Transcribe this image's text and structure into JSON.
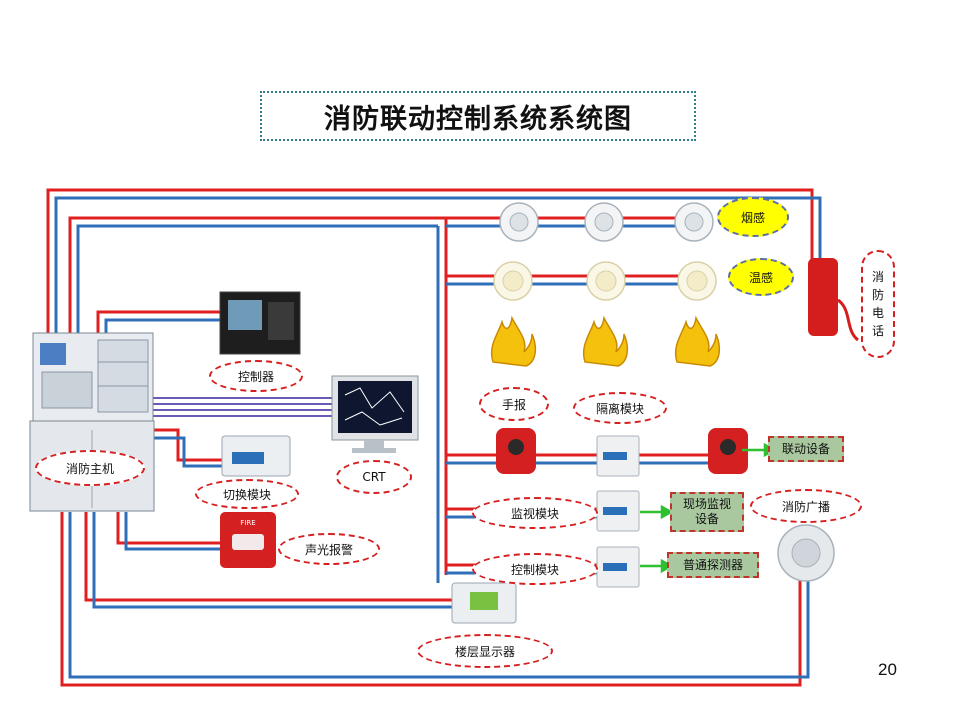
{
  "title": "消防联动控制系统系统图",
  "page_number": "20",
  "labels": {
    "smoke": "烟感",
    "heat": "温感",
    "fire_phone": [
      "消",
      "防",
      "电",
      "话"
    ],
    "controller": "控制器",
    "host": "消防主机",
    "crt": "CRT",
    "switch_module": "切换模块",
    "sound_light": "声光报警",
    "manual": "手报",
    "isolation": "隔离模块",
    "linkage": "联动设备",
    "monitor_module": "监视模块",
    "site_monitor": [
      "现场监视",
      "设备"
    ],
    "broadcast": "消防广播",
    "control_module": "控制模块",
    "detector": "普通探测器",
    "floor_display": "楼层显示器"
  },
  "colors": {
    "wire_red": "#e02020",
    "wire_blue": "#2f6fb8",
    "arrow_green": "#2fbf2f",
    "smoke_oval": "#ffff00",
    "box_green": "#a9c89f"
  }
}
